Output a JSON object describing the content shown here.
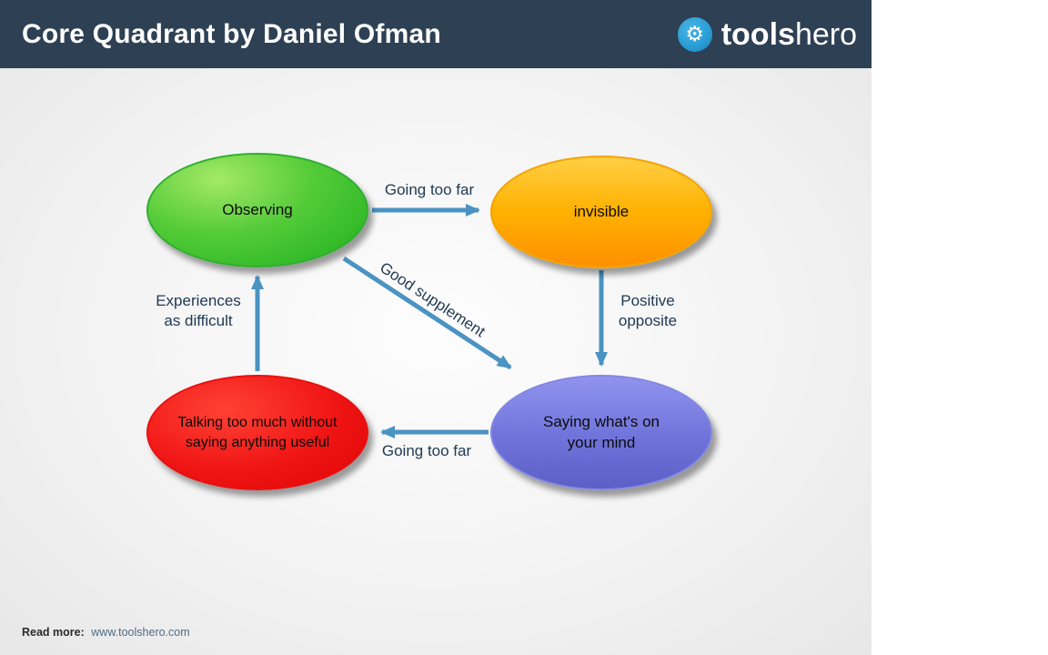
{
  "header": {
    "title": "Core Quadrant by Daniel Ofman",
    "brand": {
      "bold": "tools",
      "light": "hero",
      "icon_glyph": "⚙"
    }
  },
  "diagram": {
    "nodes": {
      "observing": {
        "label": "Observing",
        "color": "#2db52d"
      },
      "invisible": {
        "label": "invisible",
        "color": "#ff9d00"
      },
      "talking": {
        "label": "Talking too much without saying anything useful",
        "color": "#e60d0d"
      },
      "saying": {
        "label": "Saying what's on your mind",
        "color": "#6a6ed2"
      }
    },
    "edges": {
      "top": {
        "label": "Going too far",
        "from": "observing",
        "to": "invisible"
      },
      "right": {
        "label": "Positive opposite",
        "from": "invisible",
        "to": "saying"
      },
      "bottom": {
        "label": "Going too far",
        "from": "saying",
        "to": "talking"
      },
      "left": {
        "label": "Experiences as difficult",
        "from": "talking",
        "to": "observing"
      },
      "diagonal": {
        "label": "Good supplement",
        "from": "observing",
        "to": "saying"
      }
    },
    "colors": {
      "arrow": "#4a93c3",
      "label_text": "#203a54",
      "header_bar": "#2e4053"
    }
  },
  "footer": {
    "read_more_label": "Read more:",
    "url": "www.toolshero.com"
  }
}
